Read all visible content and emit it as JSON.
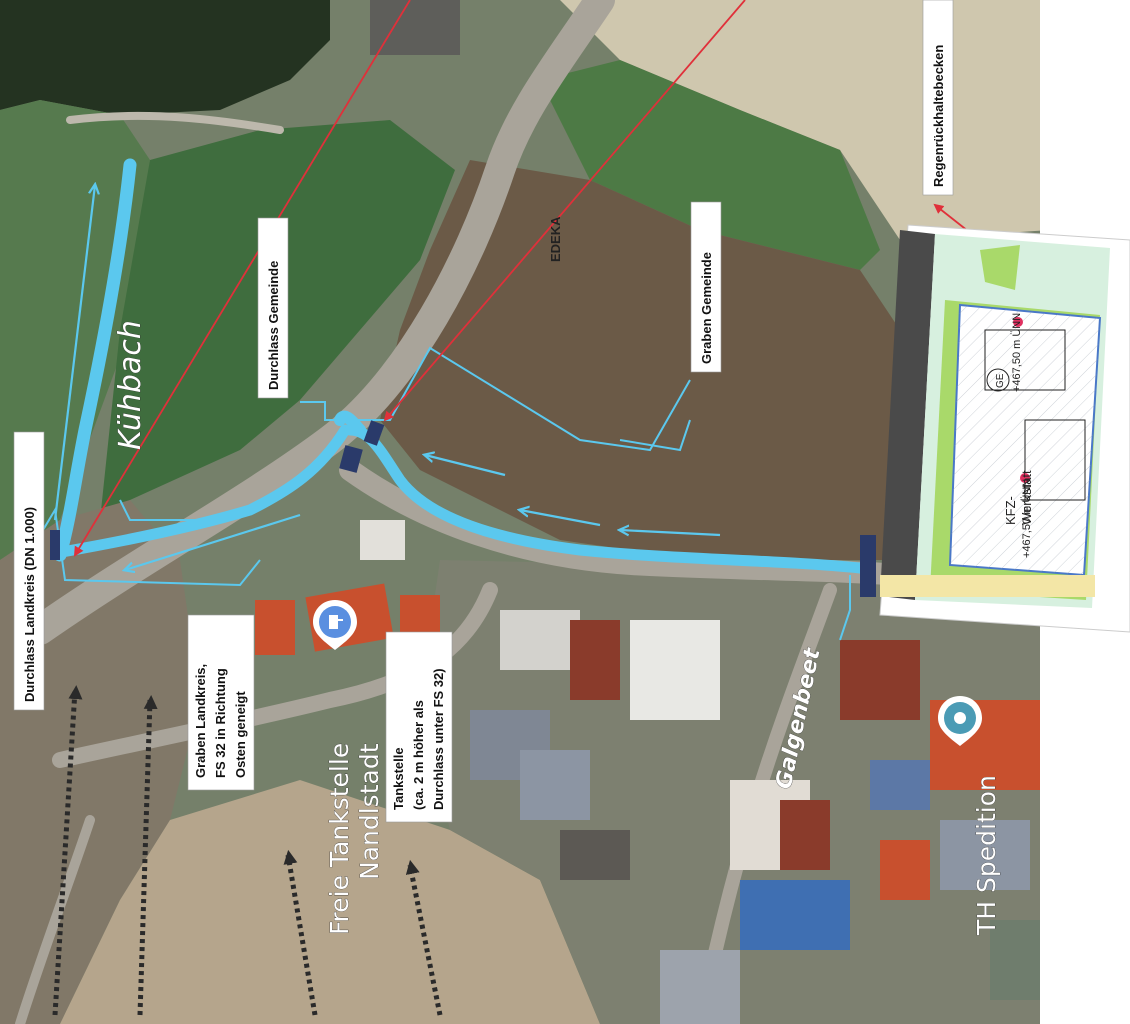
{
  "labels": {
    "durchlass_landkreis": "Durchlass Landkreis (DN 1.000)",
    "graben_landkreis": [
      "Graben Landkreis,",
      "FS 32 in Richtung",
      "Osten geneigt"
    ],
    "durchlass_gemeinde": "Durchlass Gemeinde",
    "graben_gemeinde": "Graben Gemeinde",
    "regenrueckhaltebecken": "Regenrückhaltebecken",
    "tankstelle": [
      "Tankstelle",
      "(ca. 2 m höher als",
      "Durchlass unter FS 32)"
    ]
  },
  "map_text": {
    "kuehbach": "Kühbach",
    "edeka": "EDEKA",
    "freie_tankstelle": [
      "Freie Tankstelle",
      "Nandlstadt"
    ],
    "galgenbeet": "Galgenbeet",
    "th_spedition": "TH Spedition"
  },
  "plan": {
    "kfz_werkstatt": [
      "KFZ-",
      "Werkstatt"
    ],
    "ge": "GE",
    "elevation_1": "+467,50 m ÜNN",
    "elevation_2": "+467,50 m ÜNN"
  },
  "colors": {
    "water": "#5bc8ee",
    "arrow_red": "#e0303a",
    "culvert": "#2a3a6a",
    "field_green": "#4d7a45",
    "field_brown": "#6b5a47",
    "road": "#a9a49a",
    "roof_red": "#c8502e"
  },
  "icons": [
    "fuel-pin-icon",
    "location-pin-icon",
    "water-flow-arrow-icon",
    "dotted-arrow-icon"
  ]
}
